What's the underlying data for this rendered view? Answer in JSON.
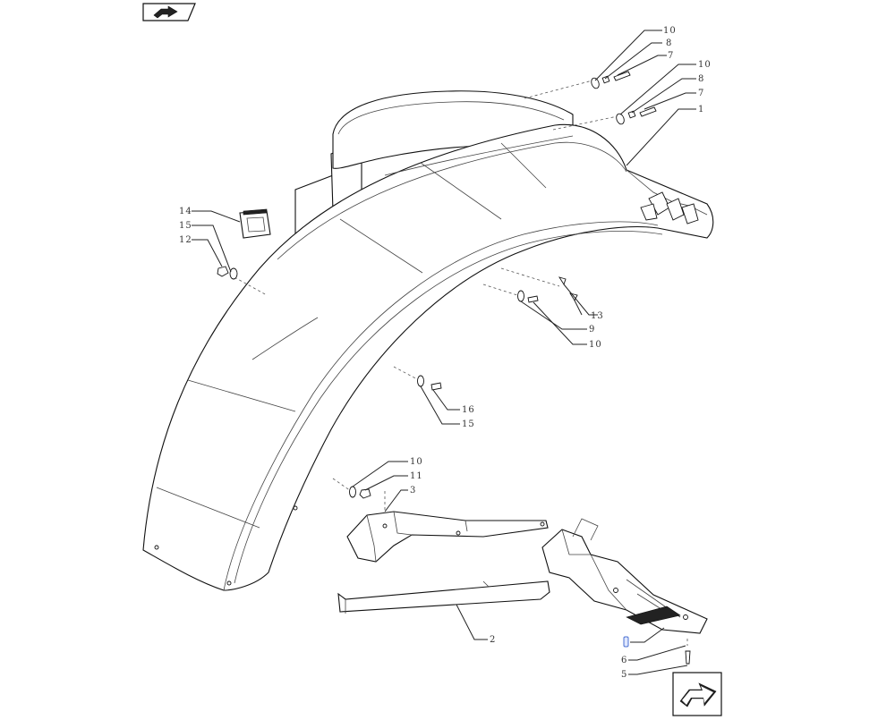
{
  "callouts": {
    "c1": "1",
    "c2": "2",
    "c3": "3",
    "c5": "5",
    "c6": "6",
    "c7a": "7",
    "c7b": "7",
    "c8a": "8",
    "c8b": "8",
    "c9": "9",
    "c10a": "10",
    "c10b": "10",
    "c10c": "10",
    "c10d": "10",
    "c11": "11",
    "c12": "12",
    "c13": "13",
    "c14": "14",
    "c15a": "15",
    "c15b": "15",
    "c16": "16"
  },
  "icons": {
    "top_nav": "previous-page-icon",
    "bottom_nav": "next-page-icon"
  },
  "colors": {
    "line": "#111111",
    "highlight": "#4a6fd0"
  }
}
